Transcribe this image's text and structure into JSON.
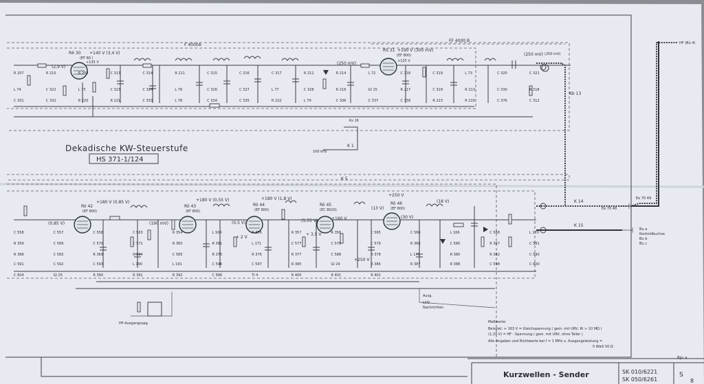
{
  "stage_title": "Dekadische KW-Steuerstufe",
  "stage_code": "HS 371-1/124",
  "frame_labels": {
    "f_top": "F 4000A",
    "f_right": "FF 4000 B",
    "k5": "K 5"
  },
  "tubes_top": [
    {
      "id": "R6 30",
      "type": "(EF 80 )"
    },
    {
      "id": "RS 31",
      "type": "(EF 800)"
    }
  ],
  "tubes_bottom": [
    {
      "id": "Rö 42",
      "type": "(EF 800)"
    },
    {
      "id": "Rö 43",
      "type": "(EF 800)"
    },
    {
      "id": "Rö 44",
      "type": "(EF 800)"
    },
    {
      "id": "Rö 45",
      "type": "(EC 8020)"
    },
    {
      "id": "Rö 46",
      "type": "(EF 800)"
    }
  ],
  "voltages_top": [
    "+140 V (3,4 V)",
    "(2,9 V)",
    "(250 mV)",
    "+190 V (300 mV)",
    "(250 mV)",
    "+135 V",
    "+125 V"
  ],
  "voltages_bottom": [
    "+180 V (0,85 V)",
    "(0,85 V)",
    "(190 mV)",
    "+180 V (0,55 V)",
    "+180 V (1,8 V)",
    "(0,5 V)",
    "(5,55 V)",
    "(13 V)",
    "(30 V)",
    "+250 V",
    "(18 V)",
    "+ 3,5 V",
    "+ 2 V",
    "+160 V",
    "+250 V"
  ],
  "components_top": [
    "R 207",
    "R 210",
    "R 208",
    "C 313",
    "C 314",
    "R 211",
    "C 315",
    "C 316",
    "C 317",
    "R 212",
    "R 214",
    "L 72",
    "C 318",
    "C 319",
    "L 73",
    "C 320",
    "C 321",
    "L 74",
    "C 322",
    "L 75",
    "C 323",
    "C 324",
    "L 76",
    "C 326",
    "C 327",
    "L 77",
    "C 328",
    "R 216",
    "Gl 15",
    "R 217",
    "C 329",
    "R 213",
    "C 330",
    "R 218",
    "C 331",
    "C 332",
    "R 220",
    "R 221",
    "C 333",
    "L 78",
    "C 334",
    "C 335",
    "R 222",
    "L 79",
    "C 336",
    "C 337",
    "C 339",
    "R 223",
    "R 215",
    "C 376",
    "C 312"
  ],
  "components_bottom": [
    "C 558",
    "C 557",
    "C 556",
    "C 563",
    "R 354",
    "L 164",
    "R 356",
    "R 357",
    "R 358",
    "C 565",
    "C 566",
    "L 166",
    "C 568",
    "L 170",
    "R 359",
    "C 569",
    "C 570",
    "C 571",
    "R 360",
    "R 361",
    "L 171",
    "C 577",
    "C 578",
    "C 579",
    "R 366",
    "C 580",
    "R 367",
    "C 581",
    "R 368",
    "C 583",
    "R 369",
    "C 584",
    "C 585",
    "R 375",
    "R 376",
    "R 377",
    "C 588",
    "R 378",
    "L 175",
    "R 380",
    "R 382",
    "C 590",
    "C 591",
    "C 592",
    "C 593",
    "L 190",
    "L 191",
    "C 596",
    "C 597",
    "R 385",
    "Gl 24",
    "R 386",
    "R 387",
    "R 388",
    "C 598",
    "C 600",
    "C 604",
    "Gl 25",
    "R 390",
    "R 391",
    "R 392",
    "C 586",
    "Tr 4",
    "R 400",
    "R 401",
    "R 402"
  ],
  "connectors": {
    "kb13": "Kb 13",
    "ks16": "Ks 16",
    "k1": "K 1",
    "freq_100khz": "100 kHz",
    "k14": "K 14",
    "k15": "K 15",
    "k14_code": "Ee 70 48",
    "k15_code": "Ee 70 49",
    "hf_out": "HF (Bü 4)",
    "bu_a": "Bu a",
    "bu_b": "Bu b",
    "bu_c": "Bu c",
    "bu_kontroll": "Kontrollbuchse",
    "out_250mv": "(250 mV)"
  },
  "bottom_labels": {
    "hf_ausgangs": "HF-Ausgangsspg.",
    "ausg": "Ausg.",
    "lcd": "LCD",
    "nachrichten": "Nachrichten"
  },
  "notes": {
    "heading": "Meßwerte:",
    "line1": "Beispiel: + 163 V = Gleichspannung  ( gem. mit URV, Ri > 10 MΩ )",
    "line2": "(1,33 V) = HF - Spannung  ( gem. mit URV, ohne Teiler )",
    "line3": "Alle Angaben und Richtwerte bei f = 1 MHz u. Ausgangsleistung =",
    "line4": "5 Watt 50 Ω"
  },
  "title_block": {
    "name": "Kurzwellen - Sender",
    "ref1": "SK 010/6221",
    "ref2": "SK 050/6261",
    "sheet": "S",
    "sheet_no": "8",
    "rev": "Bgr. a"
  },
  "colors": {
    "paper": "#e7eaf0",
    "ink": "#2f3238",
    "background": "#8a8e92"
  }
}
